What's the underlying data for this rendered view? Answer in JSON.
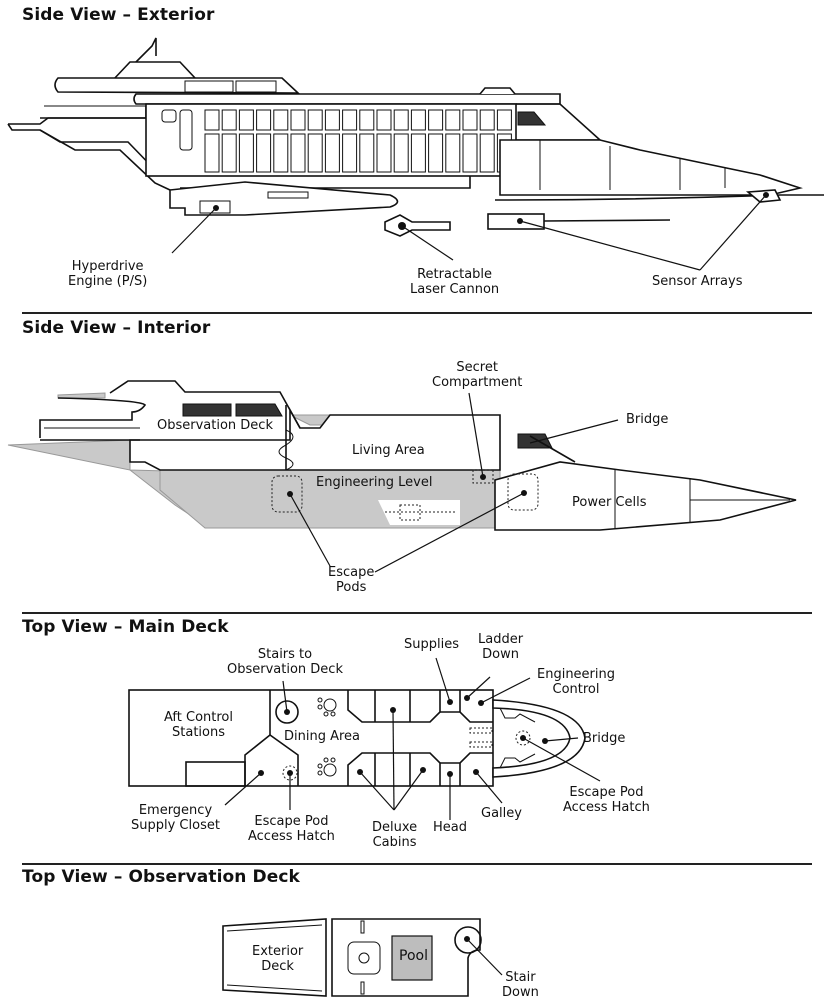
{
  "sections": {
    "exterior": {
      "title": "Side View – Exterior",
      "labels": {
        "hyperdrive": [
          "Hyperdrive",
          "Engine (P/S)"
        ],
        "cannon": [
          "Retractable",
          "Laser Cannon"
        ],
        "sensors": "Sensor Arrays"
      }
    },
    "interior": {
      "title": "Side View – Interior",
      "labels": {
        "observation_deck": "Observation Deck",
        "living_area": "Living Area",
        "engineering_level": "Engineering Level",
        "secret_compartment": [
          "Secret",
          "Compartment"
        ],
        "bridge": "Bridge",
        "power_cells": "Power Cells",
        "escape_pods": [
          "Escape",
          "Pods"
        ]
      }
    },
    "main_deck": {
      "title": "Top View – Main Deck",
      "labels": {
        "stairs": [
          "Stairs to",
          "Observation Deck"
        ],
        "supplies": "Supplies",
        "ladder": [
          "Ladder",
          "Down"
        ],
        "engineering_control": [
          "Engineering",
          "Control"
        ],
        "aft_control": [
          "Aft Control",
          "Stations"
        ],
        "dining_area": "Dining Area",
        "bridge": "Bridge",
        "escape_pod_right": [
          "Escape Pod",
          "Access Hatch"
        ],
        "emergency_closet": [
          "Emergency",
          "Supply Closet"
        ],
        "escape_pod_left": [
          "Escape Pod",
          "Access Hatch"
        ],
        "deluxe_cabins": [
          "Deluxe",
          "Cabins"
        ],
        "head": "Head",
        "galley": "Galley"
      }
    },
    "observation_deck": {
      "title": "Top View – Observation Deck",
      "labels": {
        "exterior_deck": [
          "Exterior",
          "Deck"
        ],
        "pool": "Pool",
        "stair_down": [
          "Stair",
          "Down"
        ]
      }
    }
  },
  "colors": {
    "line": "#111111",
    "shade": "#c9c9c9",
    "dark_window": "#333333",
    "pool": "#bdbdbd"
  }
}
